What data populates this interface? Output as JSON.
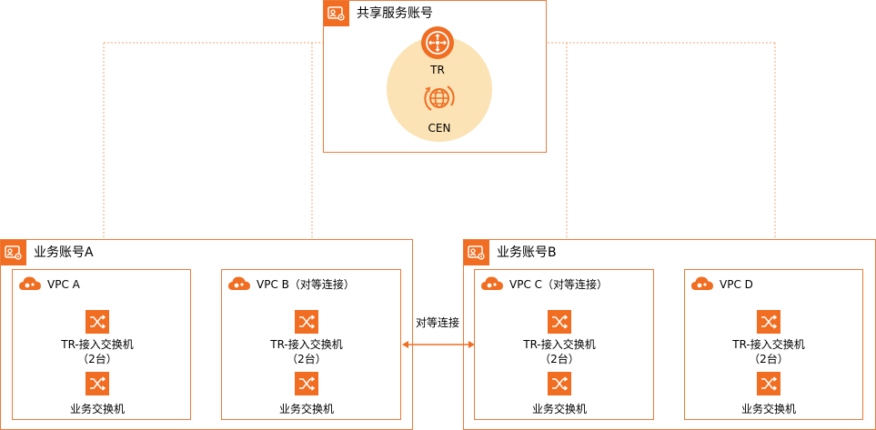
{
  "shared_account": {
    "title": "共享服务账号"
  },
  "tr": {
    "label": "TR"
  },
  "cen": {
    "label": "CEN"
  },
  "account_a": {
    "title": "业务账号A",
    "vpcs": [
      {
        "title": "VPC A",
        "tr_switch": "TR-接入交换机",
        "tr_count": "（2台）",
        "biz_switch": "业务交换机"
      },
      {
        "title": "VPC B（对等连接）",
        "tr_switch": "TR-接入交换机",
        "tr_count": "（2台）",
        "biz_switch": "业务交换机"
      }
    ]
  },
  "account_b": {
    "title": "业务账号B",
    "vpcs": [
      {
        "title": "VPC C（对等连接）",
        "tr_switch": "TR-接入交换机",
        "tr_count": "（2台）",
        "biz_switch": "业务交换机"
      },
      {
        "title": "VPC D",
        "tr_switch": "TR-接入交换机",
        "tr_count": "（2台）",
        "biz_switch": "业务交换机"
      }
    ]
  },
  "peering": {
    "label": "对等连接"
  },
  "colors": {
    "accent": "#f06d21",
    "border": "#ef7a3a",
    "halo": "#fbe3b5",
    "dotted": "#f2a57a"
  },
  "icons": {
    "account": "account-settings-icon",
    "vpc": "cloud-icon",
    "switch": "switch-icon",
    "tr": "router-icon",
    "cen": "globe-icon"
  }
}
